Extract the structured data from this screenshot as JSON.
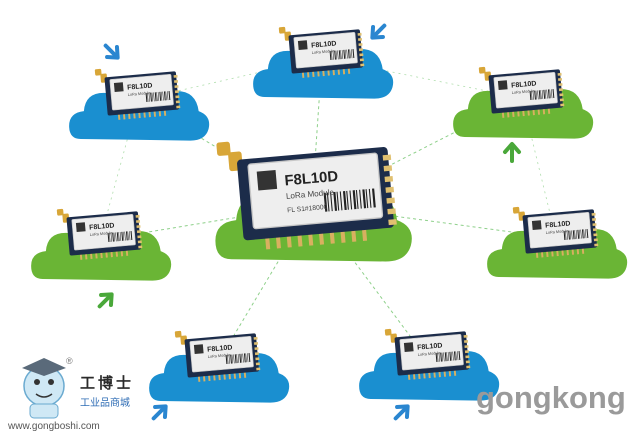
{
  "center_module": {
    "model": "F8L10D",
    "sub": "LoRa Module",
    "serial": "FL S1#18000"
  },
  "node_module": {
    "model": "F8L10D",
    "sub": "LoRa Module"
  },
  "nodes": [
    {
      "cloud": "blue",
      "arrow": "in"
    },
    {
      "cloud": "blue",
      "arrow": "in"
    },
    {
      "cloud": "green",
      "arrow": "out"
    },
    {
      "cloud": "green",
      "arrow": "none"
    },
    {
      "cloud": "blue",
      "arrow": "in"
    },
    {
      "cloud": "blue",
      "arrow": "in"
    },
    {
      "cloud": "green",
      "arrow": "out"
    },
    {
      "cloud": "green",
      "arrow": "none"
    }
  ],
  "watermark": {
    "cn": "工博士",
    "sub": "工业品商城",
    "url": "www.gongboshi.com",
    "reg": "®"
  },
  "brand": "gongkong",
  "colors": {
    "blue_cloud": "#1a8fd0",
    "green_cloud": "#6ab535",
    "link": "#8ed08a",
    "pcb": "#1c2c4a",
    "shield": "#eeeeee",
    "arrow_blue": "#2a86d0",
    "arrow_green": "#4aa83a",
    "antenna": "#d8a638"
  }
}
